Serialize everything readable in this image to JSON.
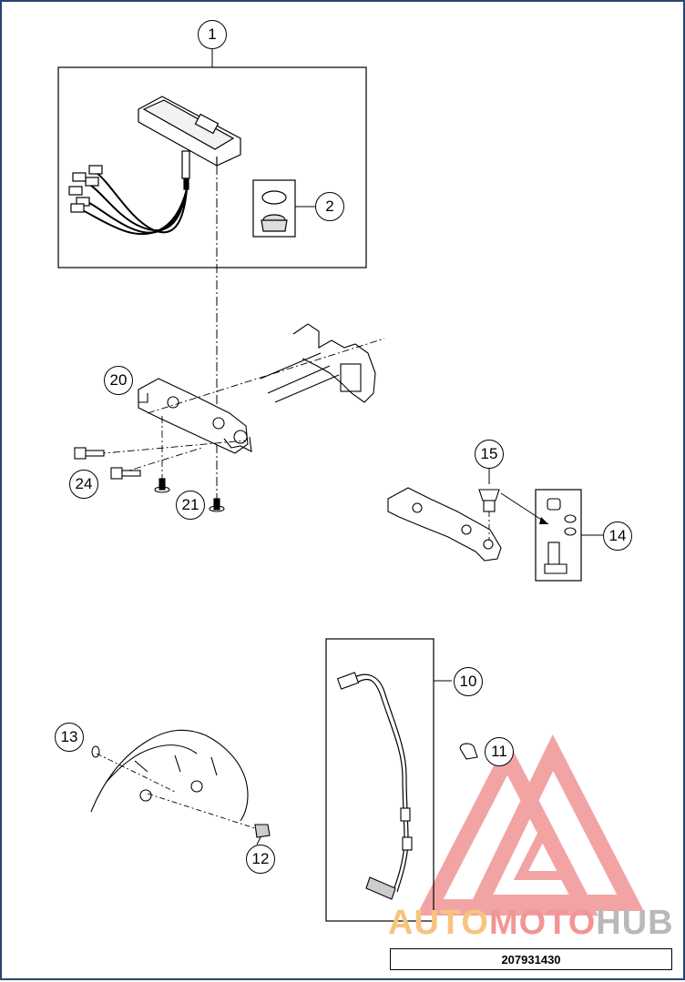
{
  "callouts": {
    "c1": "1",
    "c2": "2",
    "c10": "10",
    "c11": "11",
    "c12": "12",
    "c13": "13",
    "c14": "14",
    "c15": "15",
    "c20": "20",
    "c21": "21",
    "c24": "24"
  },
  "watermark": {
    "part1": "AUTO",
    "part2": "MOTO",
    "part3": "HUB"
  },
  "document_number": "207931430",
  "colors": {
    "frame": "#27466e",
    "line": "#000000",
    "watermark_red": "#e85a5a",
    "watermark_orange": "#f3a23c",
    "watermark_grey": "#9a9a9a"
  }
}
